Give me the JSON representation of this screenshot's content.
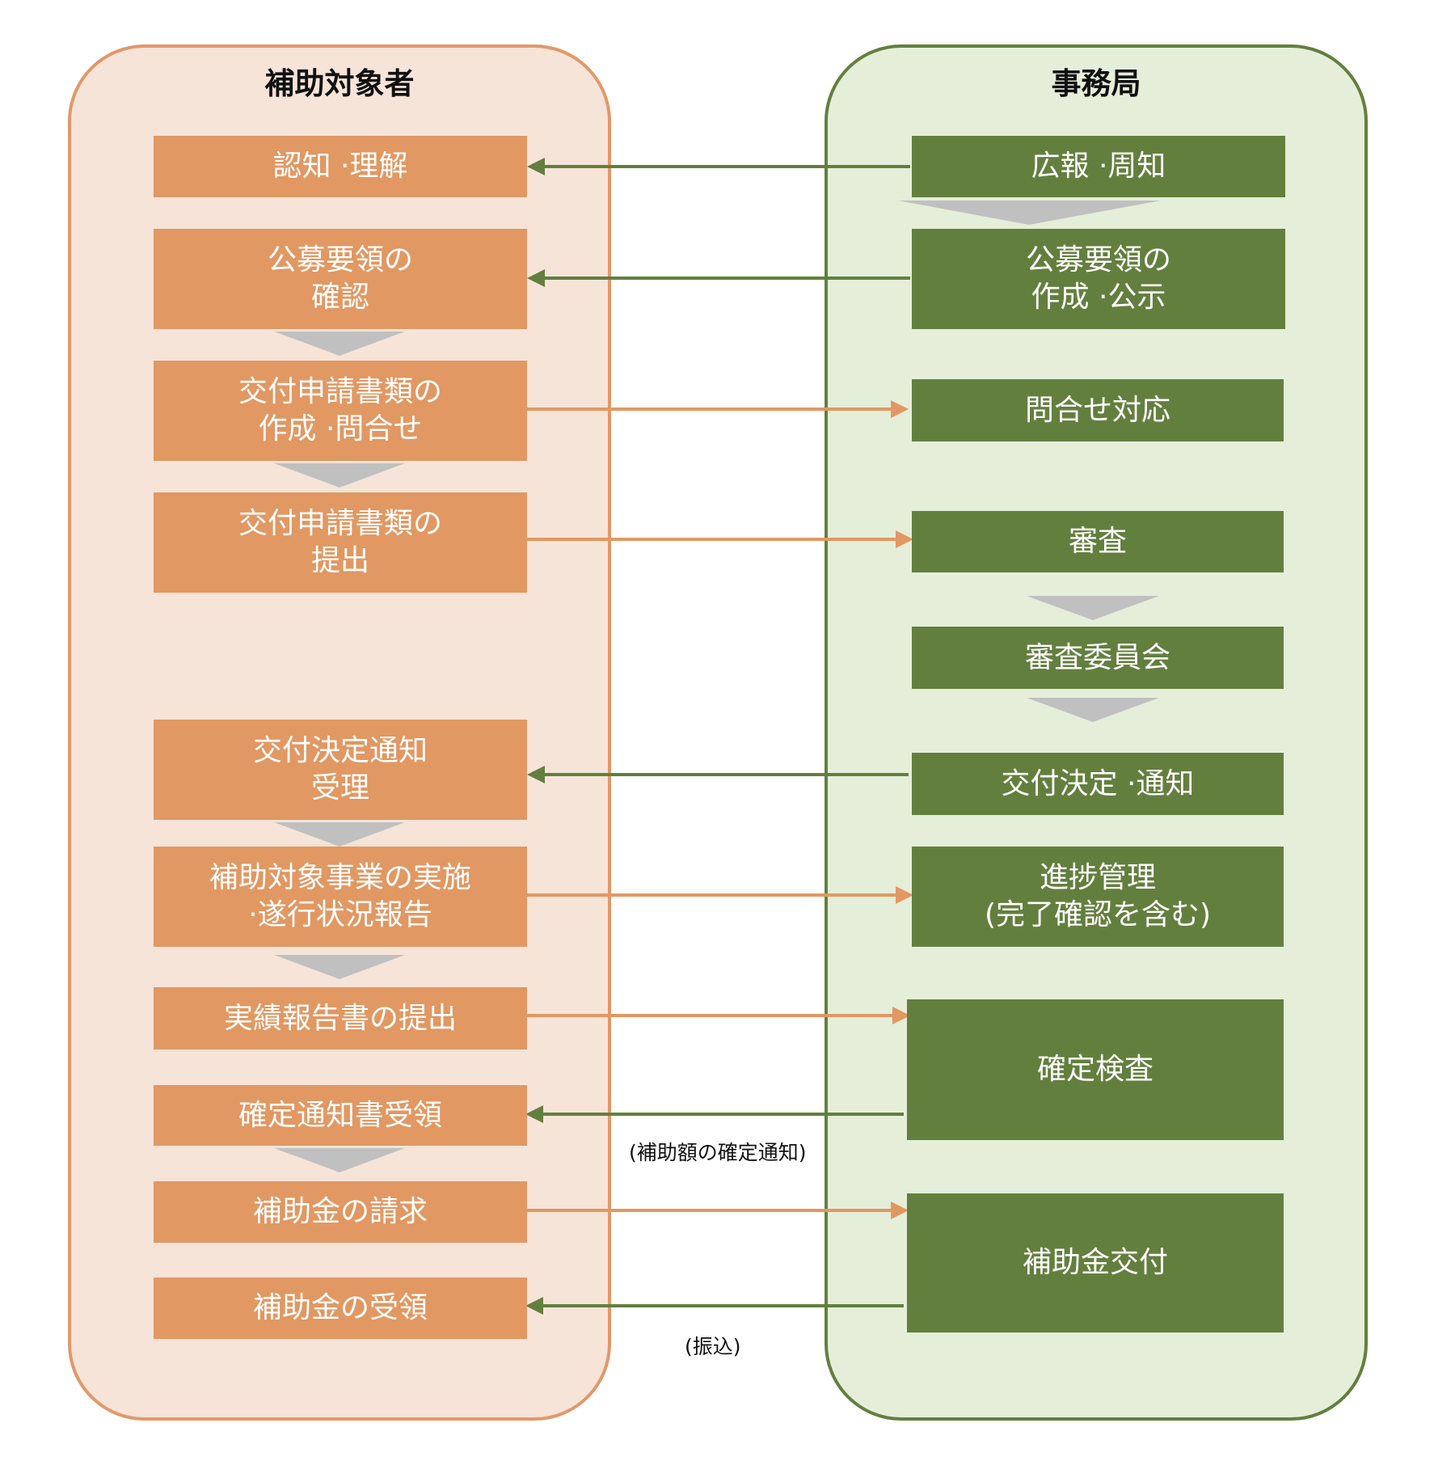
{
  "colors": {
    "orange": "#e19862",
    "orange_border": "#e2986a",
    "orange_bg": "#f6e4d8",
    "green": "#637f3e",
    "green_bg": "#e5eed9",
    "chevron": "#c0c0c0"
  },
  "left_lane": {
    "title": "補助対象者",
    "steps": [
      "認知 ·理解",
      "公募要領の\n確認",
      "交付申請書類の\n作成 ·問合せ",
      "交付申請書類の\n提出",
      "交付決定通知\n受理",
      "補助対象事業の実施\n·遂行状況報告",
      "実績報告書の提出",
      "確定通知書受領",
      "補助金の請求",
      "補助金の受領"
    ]
  },
  "right_lane": {
    "title": "事務局",
    "steps": [
      "広報 ·周知",
      "公募要領の\n作成 ·公示",
      "問合せ対応",
      "審査",
      "審査委員会",
      "交付決定 ·通知",
      "進捗管理\n(完了確認を含む)",
      "確定検査",
      "補助金交付"
    ]
  },
  "arrow_labels": {
    "confirmation": "(補助額の確定通知)",
    "transfer": "(振込)"
  }
}
